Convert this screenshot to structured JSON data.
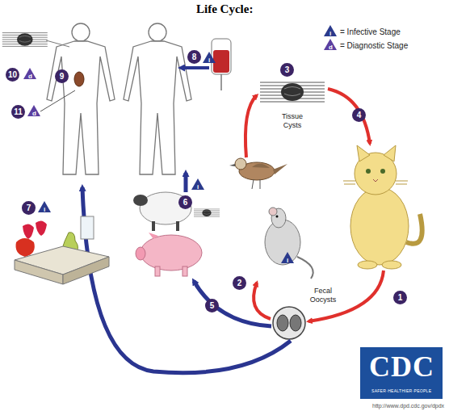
{
  "diagram": {
    "title": "Life Cycle:",
    "labels": [
      "i",
      "d",
      "10",
      "d",
      "9",
      "8",
      "i",
      "11",
      "d",
      "3",
      "Tissue Cysts",
      "4",
      "6",
      "i",
      "7",
      "i",
      "i",
      "2",
      "Fecal Oocysts",
      "1",
      "5",
      "CDC",
      "SAFER·HEALTHIER·PEOPLE",
      "http://www.dpd.cdc.gov/dpdx"
    ],
    "legend": [
      {
        "text": "= Infective Stage"
      },
      {
        "text": "= Diagnostic Stage"
      }
    ]
  }
}
